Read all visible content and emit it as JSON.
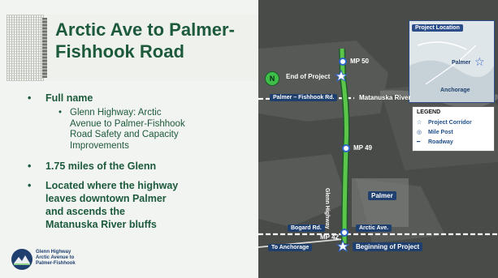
{
  "slide": {
    "title_line1": "Arctic Ave to Palmer-",
    "title_line2": "Fishhook Road",
    "bullets": [
      {
        "text": "Full name"
      },
      {
        "text": "1.75 miles of the Glenn"
      },
      {
        "text_lines": [
          "Located where the highway",
          "leaves downtown Palmer",
          "and ascends the",
          "Matanuska River bluffs"
        ]
      }
    ],
    "sub_bullet_lines": [
      "Glenn Highway: Arctic",
      "Avenue to Palmer-Fishhook",
      "Road Safety and Capacity",
      "Improvements"
    ],
    "bullet_glyph": "•",
    "logo": {
      "line1": "Glenn Highway",
      "line2": "Arctic Avenue to",
      "line3": "Palmer-Fishhook"
    }
  },
  "map": {
    "north_label": "N",
    "inset": {
      "tag": "Project Location",
      "palmer": "Palmer",
      "anchorage": "Anchorage"
    },
    "legend": {
      "title": "LEGEND",
      "items": [
        "Project Corridor",
        "Mile Post",
        "Roadway"
      ]
    },
    "labels": {
      "mp50": "MP 50",
      "end_of_project": "End of Project",
      "palmer_fishhook": "Palmer – Fishhook Rd.",
      "matanuska_river": "Matanuska River",
      "mp49": "MP 49",
      "glenn_highway": "Glenn Highway",
      "palmer": "Palmer",
      "bogard": "Bogard Rd.",
      "arctic": "Arctic Ave.",
      "mp42": "MP 42",
      "beginning": "Beginning of Project",
      "to_anchorage": "To Anchorage"
    },
    "colors": {
      "corridor": "#5cc64a",
      "roadway": "#ffffff",
      "milepost": "#2f64c8",
      "accent_blue": "#1f3f6e"
    }
  }
}
